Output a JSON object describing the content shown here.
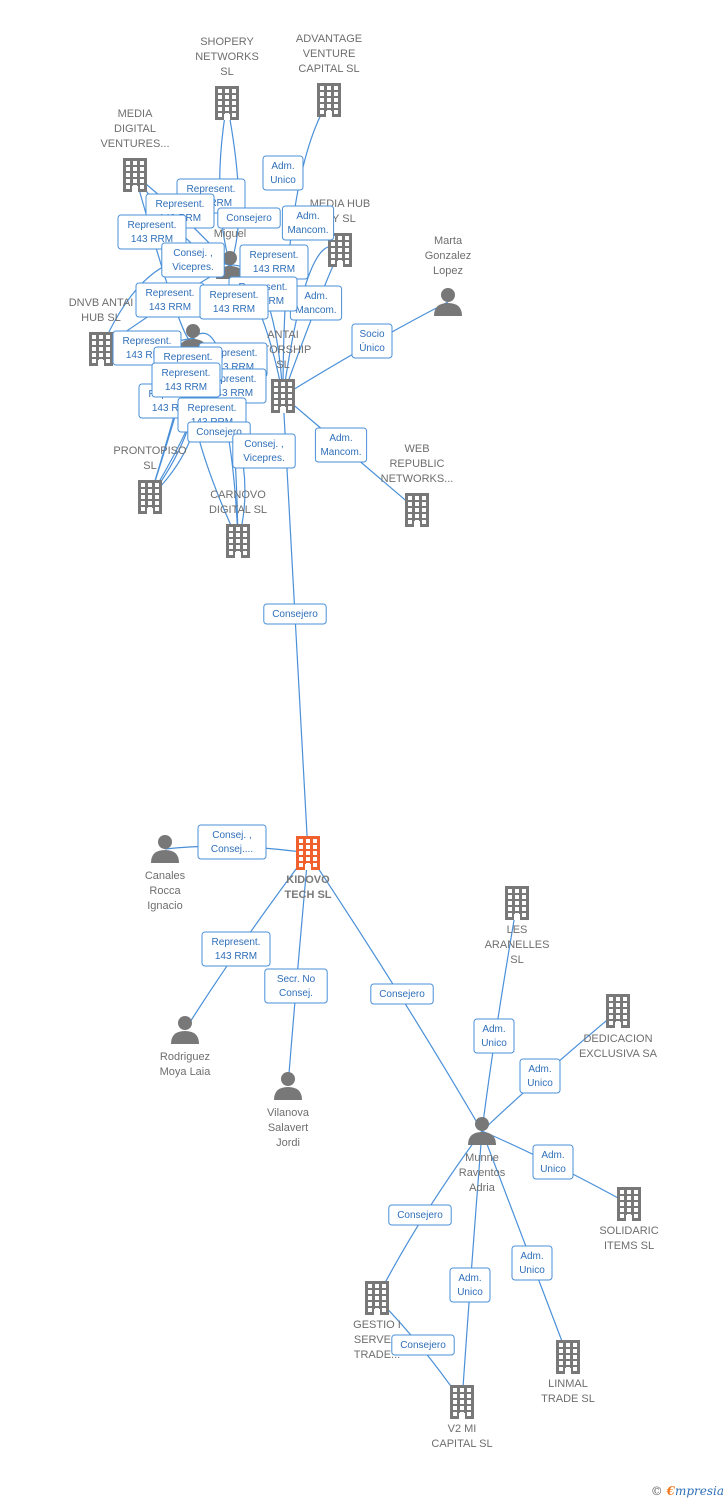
{
  "nodes": [
    {
      "id": "shopery",
      "type": "company",
      "label": [
        "SHOPERY",
        "NETWORKS",
        "SL"
      ]
    },
    {
      "id": "advantage",
      "type": "company",
      "label": [
        "ADVANTAGE",
        "VENTURE",
        "CAPITAL SL"
      ]
    },
    {
      "id": "mediadigital",
      "type": "company",
      "label": [
        "MEDIA",
        "DIGITAL",
        "VENTURES..."
      ]
    },
    {
      "id": "mediahub",
      "type": "company",
      "label": [
        "MEDIA HUB",
        "RY  SL"
      ]
    },
    {
      "id": "marta",
      "type": "person",
      "label": [
        "Marta",
        "Gonzalez",
        "Lopez"
      ]
    },
    {
      "id": "miguel",
      "type": "person",
      "label": [
        "Miguel"
      ]
    },
    {
      "id": "dnvb",
      "type": "company",
      "label": [
        "DNVB ANTAI",
        "HUB  SL"
      ]
    },
    {
      "id": "antai",
      "type": "company",
      "label": [
        "ANTAI",
        "CTORSHIP",
        "SL"
      ]
    },
    {
      "id": "person2",
      "type": "person",
      "label": []
    },
    {
      "id": "prontopiso",
      "type": "company",
      "label": [
        "PRONTOPISO",
        "SL"
      ]
    },
    {
      "id": "carnovo",
      "type": "company",
      "label": [
        "CARNOVO",
        "DIGITAL  SL"
      ]
    },
    {
      "id": "webrepublic",
      "type": "company",
      "label": [
        "WEB",
        "REPUBLIC",
        "NETWORKS..."
      ]
    },
    {
      "id": "kidovo",
      "type": "main",
      "label": [
        "KIDOVO",
        "TECH  SL"
      ]
    },
    {
      "id": "canales",
      "type": "person",
      "label": [
        "Canales",
        "Rocca",
        "Ignacio"
      ]
    },
    {
      "id": "rodriguez",
      "type": "person",
      "label": [
        "Rodriguez",
        "Moya Laia"
      ]
    },
    {
      "id": "vilanova",
      "type": "person",
      "label": [
        "Vilanova",
        "Salavert",
        "Jordi"
      ]
    },
    {
      "id": "munne",
      "type": "person",
      "label": [
        "Munne",
        "Raventos",
        "Adria"
      ]
    },
    {
      "id": "aranelles",
      "type": "company",
      "label": [
        "LES",
        "ARANELLES",
        "SL"
      ]
    },
    {
      "id": "dedicacion",
      "type": "company",
      "label": [
        "DEDICACION",
        "EXCLUSIVA SA"
      ]
    },
    {
      "id": "solidaric",
      "type": "company",
      "label": [
        "SOLIDARIC",
        "ITEMS  SL"
      ]
    },
    {
      "id": "gestio",
      "type": "company",
      "label": [
        "GESTIO I",
        "SERVE...",
        "TRADE..."
      ]
    },
    {
      "id": "linmal",
      "type": "company",
      "label": [
        "LINMAL",
        "TRADE  SL"
      ]
    },
    {
      "id": "v2mi",
      "type": "company",
      "label": [
        "V2 MI",
        "CAPITAL  SL"
      ]
    }
  ],
  "edges": [
    {
      "from": "antai",
      "to": "kidovo",
      "label": [
        "Consejero"
      ]
    },
    {
      "from": "canales",
      "to": "kidovo",
      "label": [
        "Consej. ,",
        "Consej...."
      ]
    },
    {
      "from": "rodriguez",
      "to": "kidovo",
      "label": [
        "Represent.",
        "143 RRM"
      ]
    },
    {
      "from": "vilanova",
      "to": "kidovo",
      "label": [
        "Secr.  No",
        "Consej."
      ]
    },
    {
      "from": "munne",
      "to": "kidovo",
      "label": [
        "Consejero"
      ]
    },
    {
      "from": "munne",
      "to": "aranelles",
      "label": [
        "Adm.",
        "Unico"
      ]
    },
    {
      "from": "munne",
      "to": "dedicacion",
      "label": [
        "Adm.",
        "Unico"
      ]
    },
    {
      "from": "munne",
      "to": "solidaric",
      "label": [
        "Adm.",
        "Unico"
      ]
    },
    {
      "from": "munne",
      "to": "gestio",
      "label": [
        "Consejero"
      ]
    },
    {
      "from": "munne",
      "to": "v2mi",
      "label": [
        "Adm.",
        "Unico"
      ]
    },
    {
      "from": "munne",
      "to": "linmal",
      "label": [
        "Adm.",
        "Unico"
      ]
    },
    {
      "from": "v2mi",
      "to": "gestio",
      "label": [
        "Consejero"
      ]
    },
    {
      "from": "marta",
      "to": "antai",
      "label": [
        "Socio",
        "Único"
      ]
    },
    {
      "from": "webrepublic",
      "to": "antai",
      "label": [
        "Adm.",
        "Mancom."
      ]
    },
    {
      "from": "antai",
      "to": "advantage",
      "label": [
        "Adm.",
        "Unico"
      ]
    },
    {
      "from": "antai",
      "to": "mediahub",
      "label": [
        "Adm.",
        "Mancom."
      ]
    },
    {
      "from": "antai",
      "to": "mediahub",
      "label": [
        "Adm.",
        "Mancom."
      ]
    },
    {
      "from": "miguel",
      "to": "shopery",
      "label": [
        "Represent.",
        "143 RRM"
      ]
    },
    {
      "from": "miguel",
      "to": "shopery",
      "label": [
        "Consejero"
      ]
    },
    {
      "from": "miguel",
      "to": "mediadigital",
      "label": [
        "Represent.",
        "143 RRM"
      ]
    },
    {
      "from": "miguel",
      "to": "dnvb",
      "label": [
        "Represent.",
        "143 RRM"
      ]
    },
    {
      "from": "miguel",
      "to": "mediadigital",
      "label": [
        "Consej. ,",
        "Vicepres."
      ]
    },
    {
      "from": "miguel",
      "to": "antai",
      "label": [
        "Represent.",
        "143 RRM"
      ]
    },
    {
      "from": "miguel",
      "to": "antai",
      "label": [
        "Represent.",
        "143 RRM"
      ]
    },
    {
      "from": "miguel",
      "to": "dnvb",
      "label": [
        "Represent.",
        "143 RRM"
      ]
    },
    {
      "from": "person2",
      "to": "dnvb",
      "label": [
        "Represent.",
        "143 RRM"
      ]
    },
    {
      "from": "person2",
      "to": "prontopiso",
      "label": [
        "Represent.",
        "143 RRM"
      ]
    },
    {
      "from": "person2",
      "to": "prontopiso",
      "label": [
        "Represent.",
        "143 RRM"
      ]
    },
    {
      "from": "person2",
      "to": "carnovo",
      "label": [
        "Represent.",
        "143 RRM"
      ]
    },
    {
      "from": "person2",
      "to": "carnovo",
      "label": [
        "Represent.",
        "143 RRM"
      ]
    },
    {
      "from": "person2",
      "to": "prontopiso",
      "label": [
        "Represent.",
        "143 RRM"
      ]
    },
    {
      "from": "person2",
      "to": "prontopiso",
      "label": [
        "Consejero"
      ]
    },
    {
      "from": "person2",
      "to": "carnovo",
      "label": [
        "Consej. ,",
        "Vicepres."
      ]
    },
    {
      "from": "person2",
      "to": "mediadigital",
      "label": [
        "Represent.",
        "143 RRM"
      ]
    },
    {
      "from": "person2",
      "to": "prontopiso",
      "label": [
        "Represent.",
        "143 RRM"
      ]
    },
    {
      "from": "person2",
      "to": "carnovo",
      "label": [
        "Represent.",
        "143 RRM"
      ]
    }
  ],
  "colors": {
    "edge": "#4a90d9",
    "edge_text": "#2f6fb9",
    "node": "#787878",
    "main": "#f0602d"
  },
  "footer": {
    "copyright": "©",
    "brand_first": "€",
    "brand_rest": "mpresia"
  }
}
